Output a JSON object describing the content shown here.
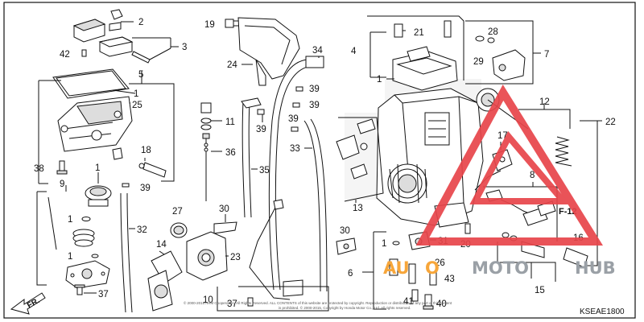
{
  "diagram": {
    "callouts": [
      {
        "id": "c2",
        "label": "2"
      },
      {
        "id": "c3",
        "label": "3"
      },
      {
        "id": "c42",
        "label": "42"
      },
      {
        "id": "c5",
        "label": "5"
      },
      {
        "id": "c1a",
        "label": "1"
      },
      {
        "id": "c25",
        "label": "25"
      },
      {
        "id": "c18",
        "label": "18"
      },
      {
        "id": "c38",
        "label": "38"
      },
      {
        "id": "c1b",
        "label": "1"
      },
      {
        "id": "c39a",
        "label": "39"
      },
      {
        "id": "c9",
        "label": "9"
      },
      {
        "id": "c1c",
        "label": "1"
      },
      {
        "id": "c1d",
        "label": "1"
      },
      {
        "id": "c37a",
        "label": "37"
      },
      {
        "id": "c32",
        "label": "32"
      },
      {
        "id": "c19",
        "label": "19"
      },
      {
        "id": "c24",
        "label": "24"
      },
      {
        "id": "c11",
        "label": "11"
      },
      {
        "id": "c36",
        "label": "36"
      },
      {
        "id": "c39b",
        "label": "39"
      },
      {
        "id": "c35",
        "label": "35"
      },
      {
        "id": "c34",
        "label": "34"
      },
      {
        "id": "c39c",
        "label": "39"
      },
      {
        "id": "c39d",
        "label": "39"
      },
      {
        "id": "c39e",
        "label": "39"
      },
      {
        "id": "c33",
        "label": "33"
      },
      {
        "id": "c27",
        "label": "27"
      },
      {
        "id": "c30a",
        "label": "30"
      },
      {
        "id": "c14",
        "label": "14"
      },
      {
        "id": "c23",
        "label": "23"
      },
      {
        "id": "c10",
        "label": "10"
      },
      {
        "id": "c37b",
        "label": "37"
      },
      {
        "id": "c4",
        "label": "4"
      },
      {
        "id": "c21",
        "label": "21"
      },
      {
        "id": "c1e",
        "label": "1"
      },
      {
        "id": "c28",
        "label": "28"
      },
      {
        "id": "c29",
        "label": "29"
      },
      {
        "id": "c7",
        "label": "7"
      },
      {
        "id": "c12",
        "label": "12"
      },
      {
        "id": "c22",
        "label": "22"
      },
      {
        "id": "c17",
        "label": "17"
      },
      {
        "id": "c13",
        "label": "13"
      },
      {
        "id": "c8",
        "label": "8"
      },
      {
        "id": "c30b",
        "label": "30"
      },
      {
        "id": "c31",
        "label": "31"
      },
      {
        "id": "c20",
        "label": "20"
      },
      {
        "id": "c16",
        "label": "16"
      },
      {
        "id": "c6",
        "label": "6"
      },
      {
        "id": "c1f",
        "label": "1"
      },
      {
        "id": "c26",
        "label": "26"
      },
      {
        "id": "c43",
        "label": "43"
      },
      {
        "id": "c41",
        "label": "41"
      },
      {
        "id": "c40",
        "label": "40"
      },
      {
        "id": "c15",
        "label": "15"
      }
    ],
    "reference_label": "F-12",
    "direction_label": "FR.",
    "diagram_code": "KSEAE1800",
    "copyright_line1": "© 2000-2015 AHM Cooperation, All Rights Reserved. ALL CONTENTS of this website are protected by copyright. Reproduction or distribution of any part of this content",
    "copyright_line2": "is prohibited. © 2000-2015, Copyright by Honda Motor Co., Ltd. All rights reserved.",
    "watermark": {
      "text_a": "AU",
      "text_o": "O",
      "text_b": "MOTO",
      "text_c": "HUB",
      "color_red": "#e8454a",
      "color_orange": "#f7a63a",
      "color_gray": "#9aa0a6"
    }
  }
}
